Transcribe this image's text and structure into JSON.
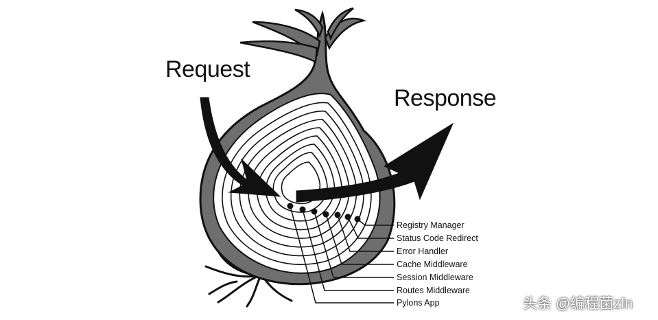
{
  "labels": {
    "request": "Request",
    "response": "Response"
  },
  "layers": [
    "Registry Manager",
    "Status Code Redirect",
    "Error Handler",
    "Cache Middleware",
    "Session Middleware",
    "Routes Middleware",
    "Pylons App"
  ],
  "watermark": "头条 @编程菌zfn",
  "colors": {
    "outline": "#111111",
    "skin": "#6e6e6e",
    "arrow": "#111111",
    "background": "#ffffff"
  }
}
